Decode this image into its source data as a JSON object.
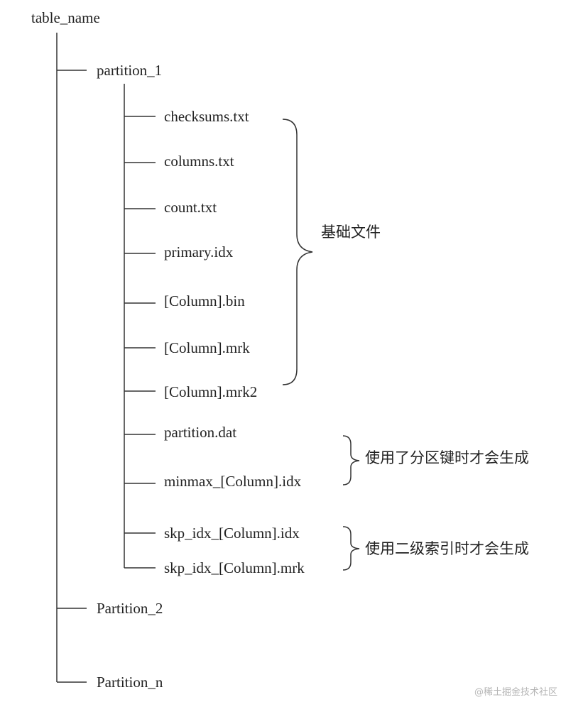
{
  "root": "table_name",
  "partitions": [
    "partition_1",
    "Partition_2",
    "Partition_n"
  ],
  "files": [
    "checksums.txt",
    "columns.txt",
    "count.txt",
    "primary.idx",
    "[Column].bin",
    "[Column].mrk",
    "[Column].mrk2",
    "partition.dat",
    "minmax_[Column].idx",
    "skp_idx_[Column].idx",
    "skp_idx_[Column].mrk"
  ],
  "annotations": {
    "basic": "基础文件",
    "partition_key": "使用了分区键时才会生成",
    "secondary_index": "使用二级索引时才会生成"
  },
  "watermark": "@稀土掘金技术社区"
}
